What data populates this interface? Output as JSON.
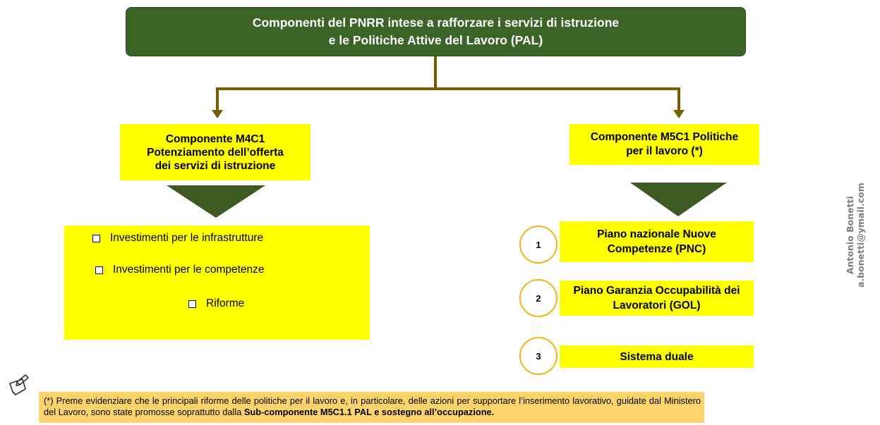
{
  "title": {
    "line1": "Componenti del PNRR intese a rafforzare i servizi di istruzione",
    "line2": "e le Politiche Attive del Lavoro (PAL)"
  },
  "left": {
    "heading_lines": [
      "Componente M4C1",
      "Potenziamento dell’offerta",
      "dei servizi di istruzione"
    ],
    "items": [
      "Investimenti per le infrastrutture",
      "Investimenti per le competenze",
      "Riforme"
    ]
  },
  "right": {
    "heading_lines": [
      "Componente M5C1 Politiche",
      "per il lavoro (*)"
    ],
    "items": [
      {
        "number": "1",
        "lines": [
          "Piano nazionale Nuove",
          "Competenze (PNC)"
        ]
      },
      {
        "number": "2",
        "lines": [
          "Piano Garanzia Occupabilità dei",
          "Lavoratori (GOL)"
        ]
      },
      {
        "number": "3",
        "lines": [
          "Sistema duale"
        ]
      }
    ]
  },
  "author": {
    "name": "Antonio Bonetti",
    "email": "a.bonetti@ymail.com"
  },
  "footnote": {
    "text": "(*) Preme evidenziare che le principali riforme delle politiche per il lavoro e, in particolare, delle azioni per supportare l’inserimento lavorativo, guidate dal Ministero del Lavoro, sono state promosse soprattutto dalla ",
    "bold": "Sub-componente M5C1.1 PAL e sostegno all’occupazione."
  },
  "colors": {
    "title_bg": "#3d6428",
    "connector": "#7a5c00",
    "triangle": "#3d5a23",
    "highlight": "#ffff00",
    "circle_border": "#f2b416",
    "note_bg": "#fdd46b"
  },
  "icons": {
    "note": "memo-pen-icon",
    "checkbox": "checkbox-icon"
  }
}
